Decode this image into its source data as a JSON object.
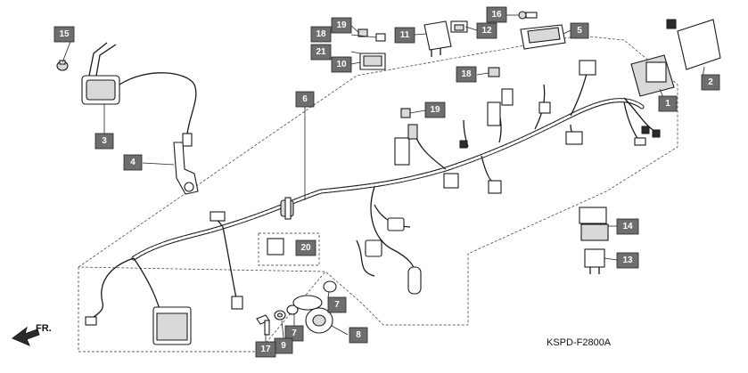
{
  "diagram_code": "KSPD-F2800A",
  "direction_label": "FR.",
  "callouts": {
    "c1": "1",
    "c2": "2",
    "c3": "3",
    "c4": "4",
    "c5": "5",
    "c6": "6",
    "c7a": "7",
    "c7b": "7",
    "c8": "8",
    "c9": "9",
    "c10": "10",
    "c11": "11",
    "c12": "12",
    "c13": "13",
    "c14": "14",
    "c15": "15",
    "c16": "16",
    "c17": "17",
    "c18a": "18",
    "c18b": "18",
    "c19a": "19",
    "c19b": "19",
    "c20": "20",
    "c21": "21"
  },
  "colors": {
    "callout_fill": "#6e6e6e",
    "line": "#1a1a1a",
    "background": "#ffffff"
  }
}
